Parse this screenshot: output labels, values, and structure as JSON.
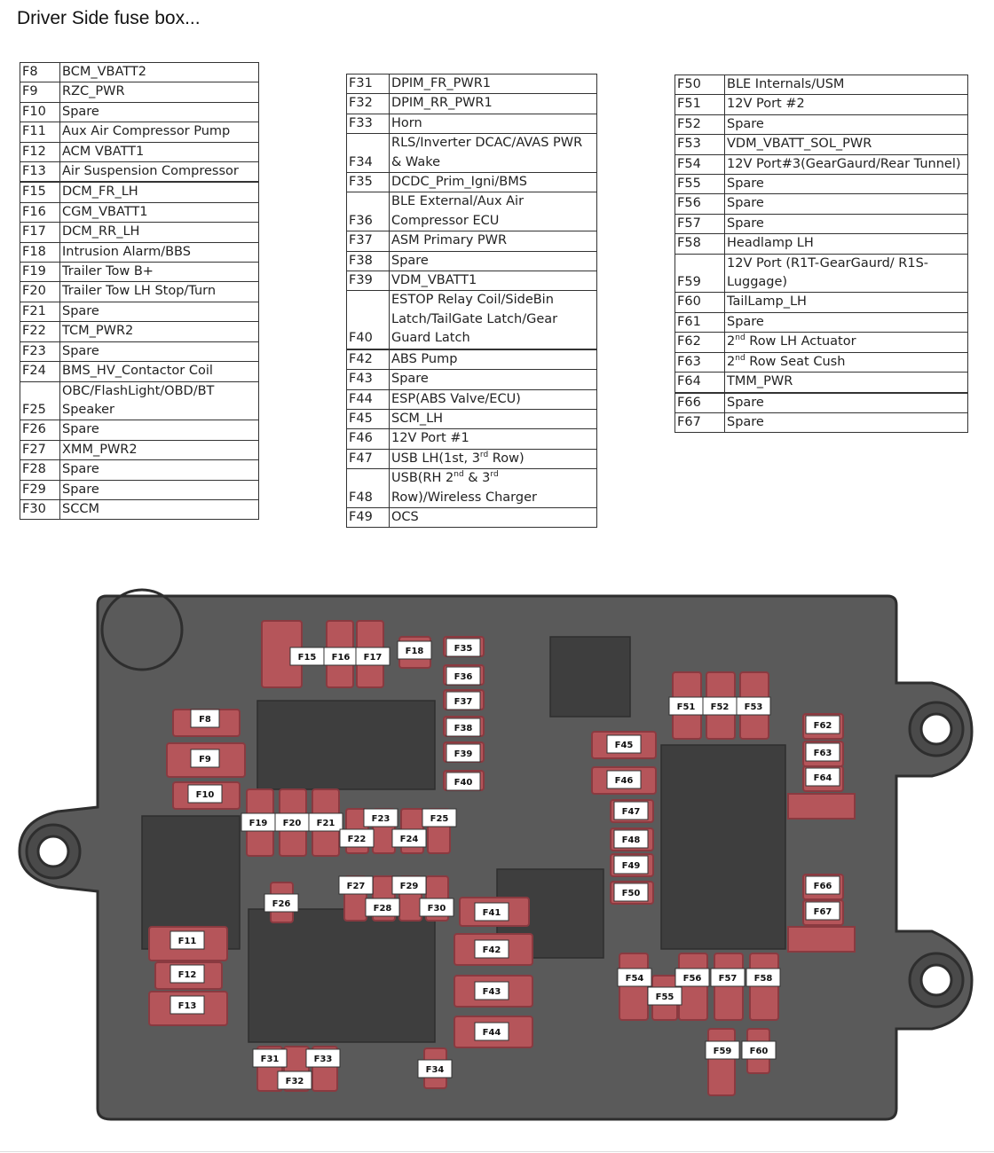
{
  "title": "Driver Side fuse box...",
  "table1": [
    {
      "code": "F8",
      "desc": "BCM_VBATT2"
    },
    {
      "code": "F9",
      "desc": "RZC_PWR"
    },
    {
      "code": "F10",
      "desc": "Spare"
    },
    {
      "code": "F11",
      "desc": "Aux Air Compressor Pump"
    },
    {
      "code": "F12",
      "desc": "ACM VBATT1"
    },
    {
      "code": "F13",
      "desc": "Air Suspension Compressor"
    },
    {
      "code": "",
      "desc": ""
    },
    {
      "code": "F15",
      "desc": "DCM_FR_LH"
    },
    {
      "code": "F16",
      "desc": "CGM_VBATT1"
    },
    {
      "code": "F17",
      "desc": "DCM_RR_LH"
    },
    {
      "code": "F18",
      "desc": "Intrusion Alarm/BBS"
    },
    {
      "code": "F19",
      "desc": "Trailer Tow B+"
    },
    {
      "code": "F20",
      "desc": "Trailer Tow LH Stop/Turn"
    },
    {
      "code": "F21",
      "desc": "Spare"
    },
    {
      "code": "F22",
      "desc": "TCM_PWR2"
    },
    {
      "code": "F23",
      "desc": "Spare"
    },
    {
      "code": "F24",
      "desc": "BMS_HV_Contactor Coil"
    },
    {
      "code": "F25",
      "desc": "OBC/FlashLight/OBD/BT\nSpeaker"
    },
    {
      "code": "F26",
      "desc": "Spare"
    },
    {
      "code": "F27",
      "desc": "XMM_PWR2"
    },
    {
      "code": "F28",
      "desc": "Spare"
    },
    {
      "code": "F29",
      "desc": "Spare"
    },
    {
      "code": "F30",
      "desc": "SCCM"
    }
  ],
  "table2": [
    {
      "code": "F31",
      "desc": "DPIM_FR_PWR1"
    },
    {
      "code": "F32",
      "desc": "DPIM_RR_PWR1"
    },
    {
      "code": "F33",
      "desc": "Horn"
    },
    {
      "code": "F34",
      "desc": "RLS/Inverter DCAC/AVAS PWR\n& Wake"
    },
    {
      "code": "F35",
      "desc": "DCDC_Prim_Igni/BMS"
    },
    {
      "code": "F36",
      "desc": "BLE External/Aux Air\nCompressor ECU"
    },
    {
      "code": "F37",
      "desc": "ASM Primary PWR"
    },
    {
      "code": "F38",
      "desc": "Spare"
    },
    {
      "code": "F39",
      "desc": "VDM_VBATT1"
    },
    {
      "code": "F40",
      "desc": "ESTOP Relay Coil/SideBin\nLatch/TailGate Latch/Gear\nGuard Latch"
    },
    {
      "code": "",
      "desc": ""
    },
    {
      "code": "F42",
      "desc": "ABS Pump"
    },
    {
      "code": "F43",
      "desc": "Spare"
    },
    {
      "code": "F44",
      "desc": "ESP(ABS Valve/ECU)"
    },
    {
      "code": "F45",
      "desc": "SCM_LH"
    },
    {
      "code": "F46",
      "desc": "12V Port #1"
    },
    {
      "code": "F47",
      "desc": "USB LH(1st, 3rd Row)"
    },
    {
      "code": "F48",
      "desc": "USB(RH 2nd & 3rd\nRow)/Wireless Charger"
    },
    {
      "code": "F49",
      "desc": "OCS"
    }
  ],
  "table3": [
    {
      "code": "F50",
      "desc": "BLE Internals/USM"
    },
    {
      "code": "F51",
      "desc": "12V Port #2"
    },
    {
      "code": "F52",
      "desc": "Spare"
    },
    {
      "code": "F53",
      "desc": "VDM_VBATT_SOL_PWR"
    },
    {
      "code": "F54",
      "desc": "12V Port#3(GearGaurd/Rear Tunnel)"
    },
    {
      "code": "F55",
      "desc": "Spare"
    },
    {
      "code": "F56",
      "desc": "Spare"
    },
    {
      "code": "F57",
      "desc": "Spare"
    },
    {
      "code": "F58",
      "desc": "Headlamp LH"
    },
    {
      "code": "F59",
      "desc": "12V Port (R1T-GearGaurd/ R1S-\nLuggage)"
    },
    {
      "code": "F60",
      "desc": "TailLamp_LH"
    },
    {
      "code": "F61",
      "desc": "Spare"
    },
    {
      "code": "F62",
      "desc": "2nd Row LH Actuator"
    },
    {
      "code": "F63",
      "desc": "2nd Row Seat Cush"
    },
    {
      "code": "F64",
      "desc": "TMM_PWR"
    },
    {
      "code": "",
      "desc": ""
    },
    {
      "code": "F66",
      "desc": "Spare"
    },
    {
      "code": "F67",
      "desc": "Spare"
    }
  ],
  "fuse_labels": [
    "F8",
    "F9",
    "F10",
    "F11",
    "F12",
    "F13",
    "F15",
    "F16",
    "F17",
    "F18",
    "F19",
    "F20",
    "F21",
    "F22",
    "F23",
    "F24",
    "F25",
    "F26",
    "F27",
    "F28",
    "F29",
    "F30",
    "F31",
    "F32",
    "F33",
    "F34",
    "F35",
    "F36",
    "F37",
    "F38",
    "F39",
    "F40",
    "F41",
    "F42",
    "F43",
    "F44",
    "F45",
    "F46",
    "F47",
    "F48",
    "F49",
    "F50",
    "F51",
    "F52",
    "F53",
    "F54",
    "F55",
    "F56",
    "F57",
    "F58",
    "F59",
    "F60",
    "F62",
    "F63",
    "F64",
    "F66",
    "F67"
  ],
  "colors": {
    "housing": "#5a5a5a",
    "housing_dark": "#3e3e3e",
    "fuse": "#b5555a",
    "fuse_dark": "#8a3a40",
    "label_bg": "#ffffff"
  }
}
